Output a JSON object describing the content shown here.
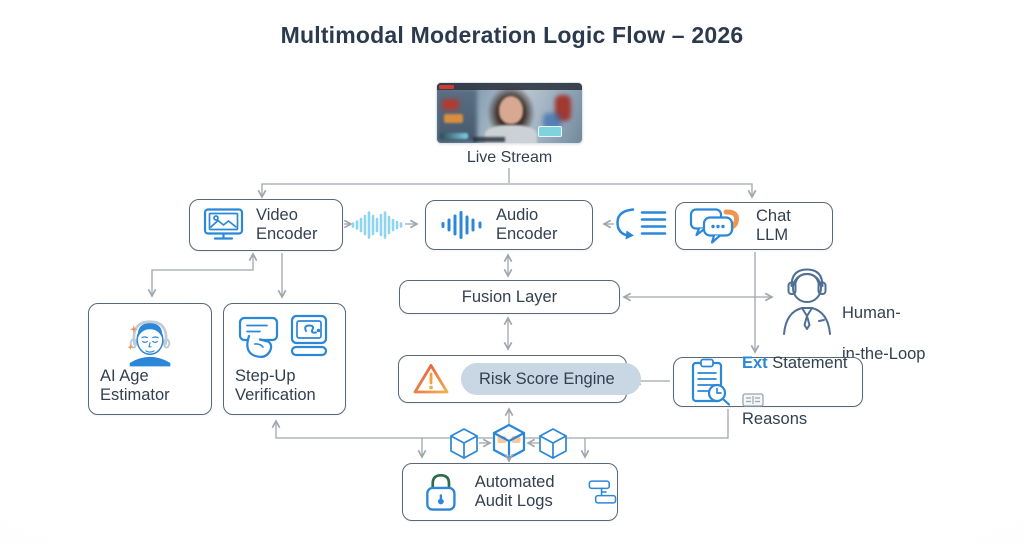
{
  "title": "Multimodal Moderation Logic Flow – 2026",
  "live_stream": {
    "label": "Live Stream"
  },
  "nodes": {
    "video_encoder": {
      "label": "Video Encoder"
    },
    "audio_encoder": {
      "label": "Audio Encoder"
    },
    "chat_llm": {
      "label": "Chat LLM"
    },
    "fusion_layer": {
      "label": "Fusion Layer"
    },
    "human_in_the_loop": {
      "line1": "Human-",
      "line2": "in-the-Loop"
    },
    "ai_age_estimator": {
      "label": "AI Age Estimator"
    },
    "step_up_verification": {
      "label": "Step-Up Verification"
    },
    "risk_score_engine": {
      "label": "Risk Score Engine"
    },
    "ext_statement_reasons": {
      "line1_accent": "Ext",
      "line1_rest": " Statement",
      "line2": "Reasons"
    },
    "automated_audit_logs": {
      "label": "Automated Audit Logs"
    }
  },
  "icons": {
    "video_encoder_icon": "monitor-with-image",
    "audio_encoder_icon": "audio-waveform-bars",
    "inter_encoder_waveform_icon": "light-blue-soundwave",
    "transcript_loop_icon": "circular-arrow-with-text-lines",
    "chat_llm_icon": "chat-bubbles-with-orange-swoosh",
    "human_in_the_loop_icon": "person-with-headset",
    "ai_age_estimator_icon": "face-with-sparkles",
    "step_up_verification_icon": "hand-with-id-card-and-reader-device",
    "risk_warning_icon": "warning-triangle",
    "ext_statement_icon": "clipboard-with-magnifier-clock",
    "reasons_card_icon": "gray-card-with-lines",
    "audit_lock_icon": "padlock-green-shackle",
    "audit_logs_icon": "stacked-log-blocks",
    "blockchain_cubes_icon": "three-wireframe-cubes"
  },
  "colors": {
    "accent_blue": "#2b87d8",
    "light_blue": "#8fd4f0",
    "orange_accent": "#ef9550",
    "title_navy": "#2c3a4e",
    "text_navy": "#33404f",
    "border_slate": "#5a6876",
    "connector_gray": "#a0a7ae",
    "warning_red": "#e05140",
    "warning_amber": "#f5b04e",
    "lock_green": "#2e6b4f",
    "steel_blue": "#4e7094",
    "pill_blue": "#c9d6e3"
  },
  "edges": [
    {
      "from": "live_stream",
      "to": "video_encoder"
    },
    {
      "from": "live_stream",
      "to": "chat_llm"
    },
    {
      "from": "soundwave",
      "to": "audio_encoder"
    },
    {
      "from": "transcript_loop",
      "to": "audio_encoder"
    },
    {
      "from": "audio_encoder",
      "to": "fusion_layer",
      "bidirectional": true
    },
    {
      "from": "fusion_layer",
      "to": "risk_score_engine",
      "bidirectional": true
    },
    {
      "from": "fusion_layer",
      "to": "human_in_the_loop",
      "bidirectional": true
    },
    {
      "from": "chat_llm",
      "to": "ext_statement_reasons"
    },
    {
      "from": "video_encoder",
      "to": "ai_age_estimator",
      "bidirectional": true
    },
    {
      "from": "video_encoder",
      "to": "step_up_verification"
    },
    {
      "from": "ext_statement_reasons",
      "to": "risk_score_engine"
    },
    {
      "from": "ext_statement_reasons",
      "to": "step_up_verification"
    },
    {
      "from": "ext_statement_reasons",
      "to": "automated_audit_logs"
    },
    {
      "from": "automated_audit_logs",
      "to": "risk_score_engine"
    },
    {
      "from": "cubes",
      "to": "automated_audit_logs"
    }
  ]
}
